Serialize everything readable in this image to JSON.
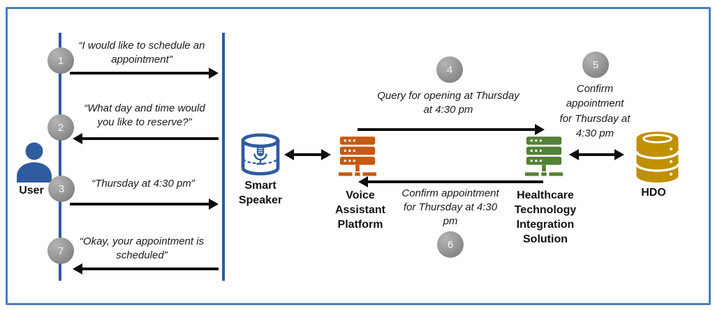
{
  "actors": {
    "user": {
      "label": "User",
      "icon": "person-icon",
      "color": "#2e5c9e"
    },
    "smart_speaker": {
      "label": "Smart Speaker",
      "icon": "smart-speaker-icon",
      "color": "#2e5c9e"
    },
    "voice_assistant": {
      "label": "Voice Assistant Platform",
      "icon": "server-icon",
      "color": "#c55a11"
    },
    "healthcare": {
      "label": "Healthcare Technology Integration Solution",
      "icon": "server-icon",
      "color": "#538135"
    },
    "hdo": {
      "label": "HDO",
      "icon": "database-icon",
      "color": "#bf9000"
    }
  },
  "steps": [
    {
      "number": "1",
      "text": "“I would like to schedule an\nappointment”",
      "from": "User",
      "to": "Smart Speaker",
      "direction": "right"
    },
    {
      "number": "2",
      "text": "“What day and time would\nyou like to reserve?”",
      "from": "Smart Speaker",
      "to": "User",
      "direction": "left"
    },
    {
      "number": "3",
      "text": "“Thursday at 4:30 pm”",
      "from": "User",
      "to": "Smart Speaker",
      "direction": "right"
    },
    {
      "number": "4",
      "text": "Query for opening at Thursday\nat 4:30 pm",
      "from": "Voice Assistant Platform",
      "to": "Healthcare Technology Integration Solution",
      "direction": "right"
    },
    {
      "number": "5",
      "text": "Confirm\nappointment\nfor Thursday at\n4:30 pm",
      "from": "Healthcare Technology Integration Solution",
      "to": "HDO",
      "direction": "both"
    },
    {
      "number": "6",
      "text": "Confirm appointment\nfor Thursday at 4:30\npm",
      "from": "Healthcare Technology Integration Solution",
      "to": "Voice Assistant Platform",
      "direction": "left"
    },
    {
      "number": "7",
      "text": "“Okay, your appointment is\nscheduled”",
      "from": "Smart Speaker",
      "to": "User",
      "direction": "left"
    }
  ],
  "colors": {
    "frame_border": "#4a7ebd",
    "lifeline_blue": "#2e5c9e",
    "user_blue": "#2e5c9e",
    "voice_assistant_orange": "#c55a11",
    "healthcare_green": "#538135",
    "hdo_gold": "#bf9000",
    "step_circle_gray": "#8a8a8a",
    "arrow_black": "#0d0d0d"
  }
}
